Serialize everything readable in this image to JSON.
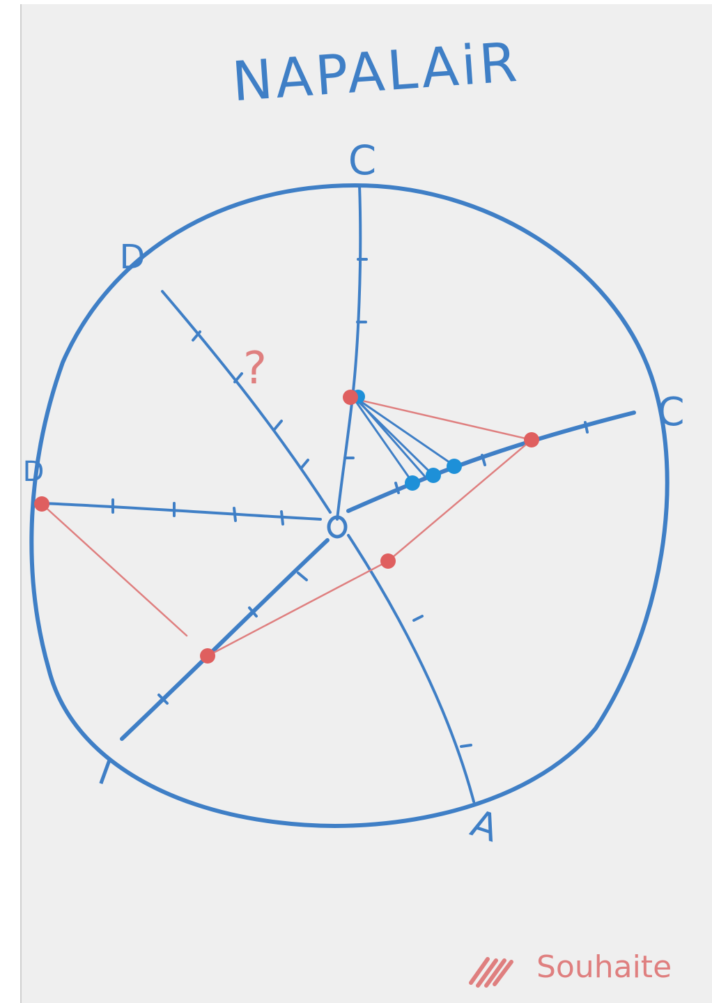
{
  "title": "NAPALAiR",
  "axis_labels": {
    "top": "C",
    "upper_left": "D",
    "right": "C",
    "left": "D",
    "bottom_left": "I",
    "bottom": "A",
    "center": "O"
  },
  "question_mark": "?",
  "legend": {
    "label": "Souhaite"
  },
  "colors": {
    "paper": "#efefef",
    "axes": "#3f7fc6",
    "wish": "#df7f7f",
    "current_dots": "#1e90d8"
  },
  "icons": {
    "legend_swatch": "pink-hatch-icon"
  }
}
